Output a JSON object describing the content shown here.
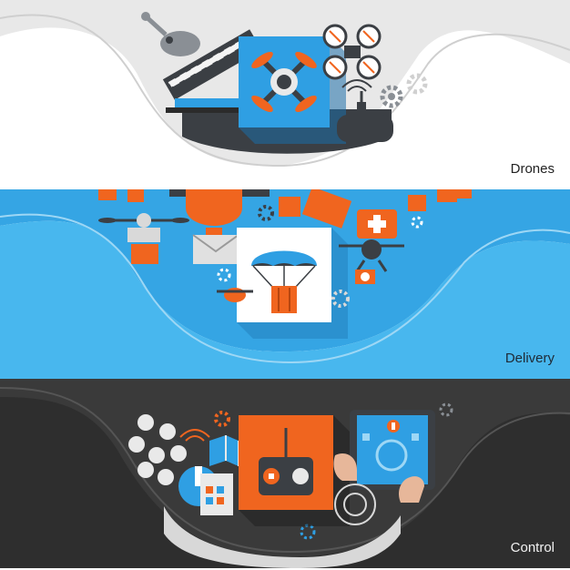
{
  "banners": [
    {
      "label": "Drones",
      "icon": "drone-icon"
    },
    {
      "label": "Delivery",
      "icon": "parachute-crate-icon"
    },
    {
      "label": "Control",
      "icon": "remote-controller-icon"
    }
  ],
  "colors": {
    "drones_bg": "#e9e9e9",
    "delivery_bg": "#3aa9e6",
    "control_bg": "#2e2e2e",
    "accent_blue": "#2f9fe3",
    "accent_orange": "#f0651f",
    "dark_gray": "#3b3f44"
  }
}
